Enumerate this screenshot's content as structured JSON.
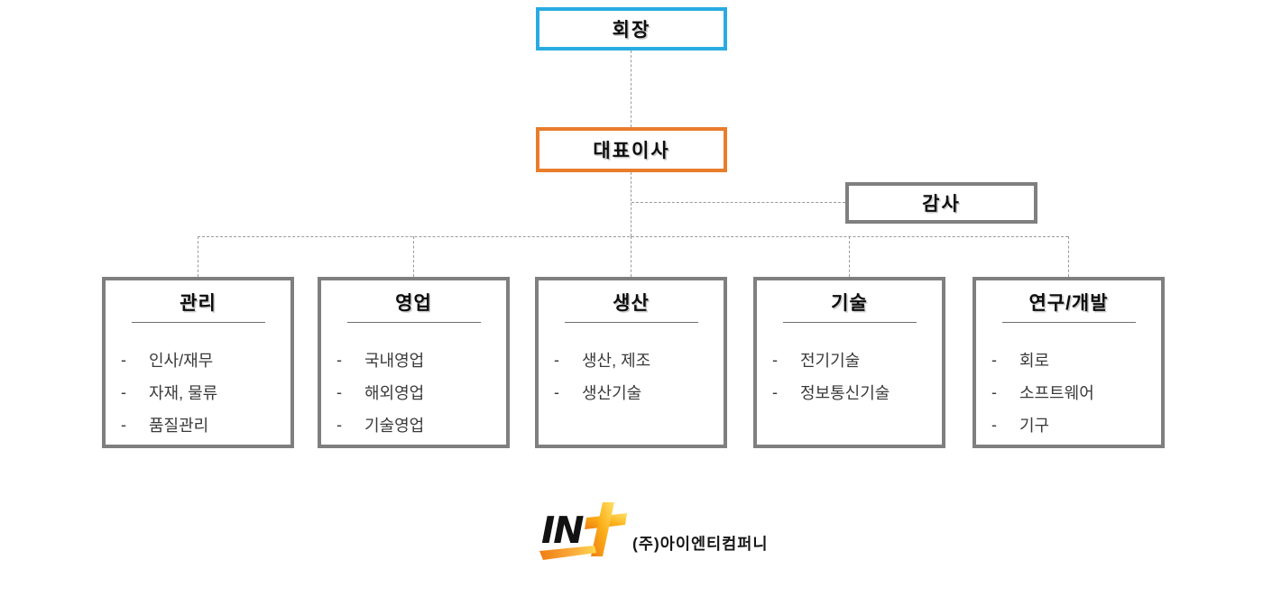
{
  "org": {
    "chairman": {
      "label": "회장"
    },
    "ceo": {
      "label": "대표이사"
    },
    "auditor": {
      "label": "감사"
    },
    "bullet": "-",
    "departments": [
      {
        "title": "관리",
        "items": [
          "인사/재무",
          "자재, 물류",
          "품질관리"
        ]
      },
      {
        "title": "영업",
        "items": [
          "국내영업",
          "해외영업",
          "기술영업"
        ]
      },
      {
        "title": "생산",
        "items": [
          "생산, 제조",
          "생산기술"
        ]
      },
      {
        "title": "기술",
        "items": [
          "전기기술",
          "정보통신기술"
        ]
      },
      {
        "title": "연구/개발",
        "items": [
          "회로",
          "소프트웨어",
          "기구"
        ]
      }
    ]
  },
  "footer": {
    "logo_text": "IN",
    "company": "(주)아이엔티컴퍼니"
  },
  "colors": {
    "chairman_border": "#29abe2",
    "ceo_border": "#e87d2c",
    "gray_border": "#7f7f7f",
    "connector": "#9a9a9a",
    "logo_orange": "#ef7d12",
    "logo_yellow": "#ffe066",
    "text": "#111111"
  }
}
